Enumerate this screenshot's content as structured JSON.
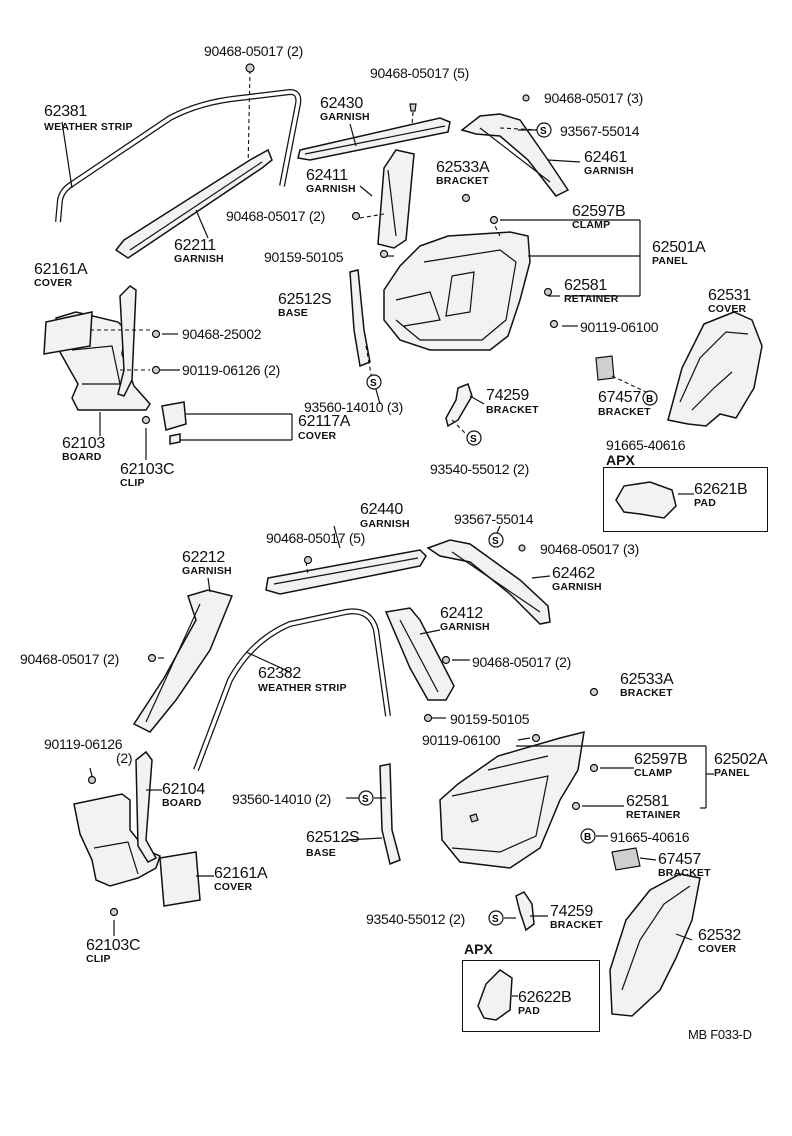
{
  "top_labels": {
    "p90468_05017_2_top": "90468-05017 (2)",
    "p90468_05017_5_top": "90468-05017 (5)",
    "p90468_05017_3_top": "90468-05017 (3)",
    "p62381": "62381",
    "weather_strip_top": "WEATHER STRIP",
    "p62430": "62430",
    "garnish_62430": "GARNISH",
    "p93567_top": "93567-55014",
    "p62461": "62461",
    "garnish_62461": "GARNISH",
    "p62411": "62411",
    "garnish_62411": "GARNISH",
    "p62533a_top": "62533A",
    "bracket_62533a_top": "BRACKET",
    "p90468_05017_2_mid": "90468-05017 (2)",
    "p62597b_top": "62597B",
    "clamp_top": "CLAMP",
    "p62211": "62211",
    "garnish_62211": "GARNISH",
    "p90159_top": "90159-50105",
    "p62501a": "62501A",
    "panel_top": "PANEL",
    "p62161a_top": "62161A",
    "cover_62161a_top": "COVER",
    "p62512s_top": "62512S",
    "base_top": "BASE",
    "p62581_top": "62581",
    "retainer_top": "RETAINER",
    "p62531": "62531",
    "cover_62531": "COVER",
    "p90468_25002": "90468-25002",
    "p90119_06100_top": "90119-06100",
    "p90119_06126_top": "90119-06126 (2)",
    "p93560_top": "93560-14010 (3)",
    "p74259_top": "74259",
    "bracket_74259_top": "BRACKET",
    "p67457_top": "67457",
    "bracket_67457_top": "BRACKET",
    "p62117a": "62117A",
    "cover_62117a": "COVER",
    "p62103": "62103",
    "board_62103": "BOARD",
    "p91665_top": "91665-40616",
    "apx_top": "APX",
    "p62103c_top": "62103C",
    "clip_top": "CLIP",
    "p93540_top": "93540-55012 (2)",
    "p62621b": "62621B",
    "pad_top": "PAD"
  },
  "bottom_labels": {
    "p62440": "62440",
    "garnish_62440": "GARNISH",
    "p93567_bot": "93567-55014",
    "p90468_05017_5_bot": "90468-05017 (5)",
    "p90468_05017_3_bot": "90468-05017 (3)",
    "p62212": "62212",
    "garnish_62212": "GARNISH",
    "p62462": "62462",
    "garnish_62462": "GARNISH",
    "p62412": "62412",
    "garnish_62412": "GARNISH",
    "p90468_05017_2_left": "90468-05017 (2)",
    "p90468_05017_2_right": "90468-05017 (2)",
    "p62382": "62382",
    "weather_strip_bot": "WEATHER STRIP",
    "p62533a_bot": "62533A",
    "bracket_62533a_bot": "BRACKET",
    "p90159_bot": "90159-50105",
    "p90119_06126_bot": "90119-06126",
    "qty_2": "(2)",
    "p90119_06100_bot": "90119-06100",
    "p62104": "62104",
    "board_62104": "BOARD",
    "p62597b_bot": "62597B",
    "clamp_bot": "CLAMP",
    "p62502a": "62502A",
    "panel_bot": "PANEL",
    "p93560_bot": "93560-14010 (2)",
    "p62581_bot": "62581",
    "retainer_bot": "RETAINER",
    "p62512s_bot": "62512S",
    "base_bot": "BASE",
    "p91665_bot": "91665-40616",
    "p62161a_bot": "62161A",
    "cover_62161a_bot": "COVER",
    "p67457_bot": "67457",
    "bracket_67457_bot": "BRACKET",
    "p93540_bot": "93540-55012 (2)",
    "p74259_bot": "74259",
    "bracket_74259_bot": "BRACKET",
    "p62103c_bot": "62103C",
    "clip_bot": "CLIP",
    "p62532": "62532",
    "cover_62532": "COVER",
    "apx_bot": "APX",
    "p62622b": "62622B",
    "pad_bot": "PAD"
  },
  "symbols": {
    "s": "S",
    "b": "B"
  },
  "footer": {
    "code": "MB  F033-D"
  }
}
